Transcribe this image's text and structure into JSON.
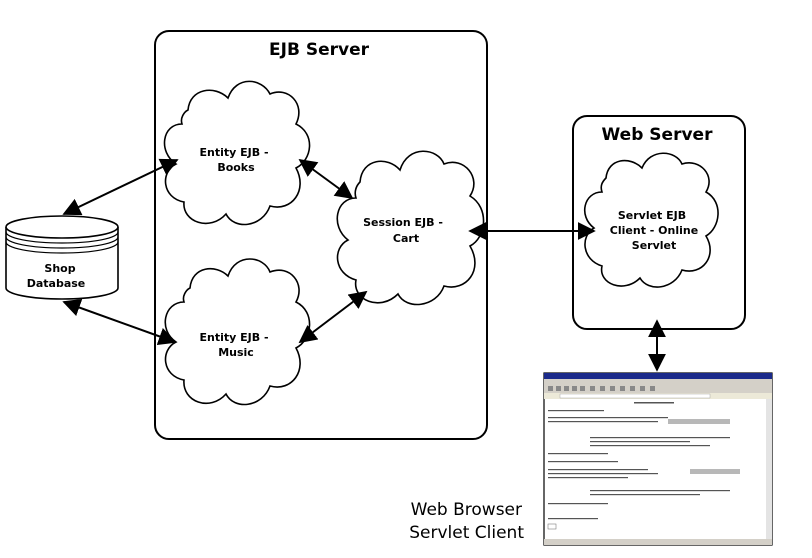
{
  "ejb_server": {
    "title": "EJB Server"
  },
  "web_server": {
    "title": "Web Server"
  },
  "nodes": {
    "entity_books": {
      "line1": "Entity EJB -",
      "line2": "Books"
    },
    "entity_music": {
      "line1": "Entity EJB -",
      "line2": "Music"
    },
    "session_cart": {
      "line1": "Session EJB -",
      "line2": "Cart"
    },
    "servlet": {
      "line1": "Servlet EJB",
      "line2": "Client - Online",
      "line3": "Servlet"
    },
    "database": {
      "line1": "Shop",
      "line2": "Database"
    }
  },
  "browser": {
    "caption_line1": "Web Browser",
    "caption_line2": "Servlet Client"
  }
}
